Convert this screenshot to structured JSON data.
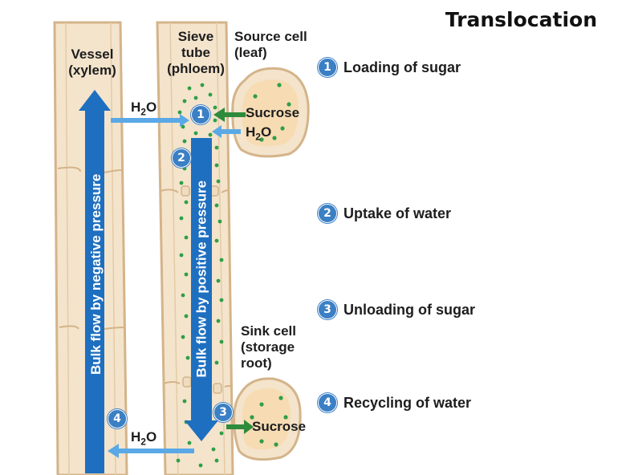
{
  "title": "Translocation",
  "labels": {
    "vessel": [
      "Vessel",
      "(xylem)"
    ],
    "sieve_tube": [
      "Sieve",
      "tube",
      "(phloem)"
    ],
    "source_cell": [
      "Source cell",
      "(leaf)"
    ],
    "sink_cell": [
      "Sink cell",
      "(storage",
      "root)"
    ],
    "sucrose_top": "Sucrose",
    "sucrose_bottom": "Sucrose",
    "water_main": "H",
    "water_sub": "2",
    "water_tail": "O",
    "bulk_negative": "Bulk flow by negative pressure",
    "bulk_positive": "Bulk flow by positive pressure"
  },
  "steps": [
    {
      "num": "1",
      "text": "Loading of sugar"
    },
    {
      "num": "2",
      "text": "Uptake of water"
    },
    {
      "num": "3",
      "text": "Unloading of sugar"
    },
    {
      "num": "4",
      "text": "Recycling of water"
    }
  ],
  "colors": {
    "tube": "#f4e4cc",
    "tube_edge": "#d4b48a",
    "blue": "#1e6fc0",
    "light_blue": "#5aa9e6",
    "green": "#2e8b3c",
    "dots": "#4caf50"
  }
}
